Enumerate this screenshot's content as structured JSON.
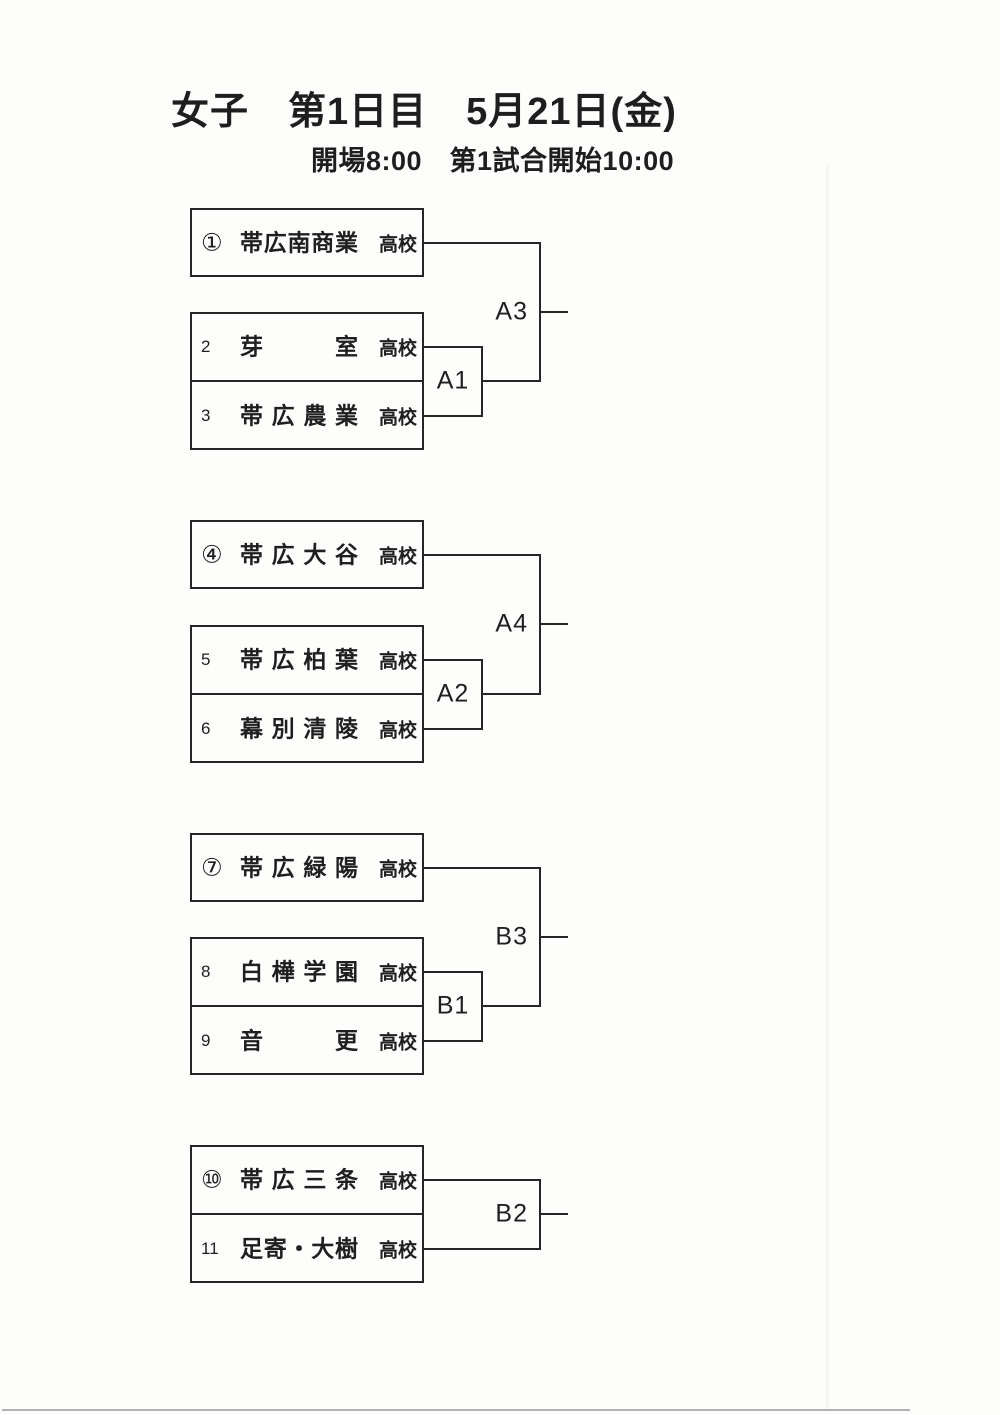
{
  "page": {
    "title": "女子　第1日目　5月21日(金)",
    "subtitle": "開場8:00　第1試合開始10:00"
  },
  "colors": {
    "ink": "#262626",
    "paper": "#fdfdfc"
  },
  "bracket": {
    "groups": [
      {
        "single": {
          "seed": "①",
          "name": "帯広南商業",
          "suffix": "高校"
        },
        "pair": [
          {
            "seed": "2",
            "name": "芽室",
            "suffix": "高校"
          },
          {
            "seed": "3",
            "name": "帯広農業",
            "suffix": "高校"
          }
        ],
        "semi_label": "A1",
        "final_label": "A3"
      },
      {
        "single": {
          "seed": "④",
          "name": "帯広大谷",
          "suffix": "高校"
        },
        "pair": [
          {
            "seed": "5",
            "name": "帯広柏葉",
            "suffix": "高校"
          },
          {
            "seed": "6",
            "name": "幕別清陵",
            "suffix": "高校"
          }
        ],
        "semi_label": "A2",
        "final_label": "A4"
      },
      {
        "single": {
          "seed": "⑦",
          "name": "帯広緑陽",
          "suffix": "高校"
        },
        "pair": [
          {
            "seed": "8",
            "name": "白樺学園",
            "suffix": "高校"
          },
          {
            "seed": "9",
            "name": "音更",
            "suffix": "高校"
          }
        ],
        "semi_label": "B1",
        "final_label": "B3"
      },
      {
        "pair": [
          {
            "seed": "⑩",
            "name": "帯広三条",
            "suffix": "高校"
          },
          {
            "seed": "11",
            "name": "足寄・大樹",
            "suffix": "高校"
          }
        ],
        "final_label": "B2"
      }
    ]
  }
}
